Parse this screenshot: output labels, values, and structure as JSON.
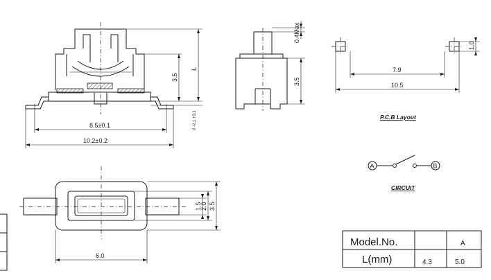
{
  "front_view": {
    "dim_width_inner": "8.5±0.1",
    "dim_width_outer": "10.2±0.2",
    "dim_height": "3.5",
    "dim_L": "L",
    "dim_tolerance": "0 -0.1 +0.1"
  },
  "side_view": {
    "dim_max": "0.4Max",
    "dim_height": "3.5"
  },
  "pcb_layout": {
    "title": "P.C.B Layout",
    "dim_inner": "7.9",
    "dim_outer": "10.5",
    "dim_pad": "1.0"
  },
  "circuit": {
    "title": "CIRCUIT",
    "node_a": "A",
    "node_b": "B"
  },
  "top_view": {
    "dim_width": "6.0",
    "dim_h1": "1.5",
    "dim_h2": "2.0",
    "dim_h3": "3.5"
  },
  "model_table": {
    "header_col1": "Model.No.",
    "header_col2": "",
    "header_col3": "A",
    "row_label": "L(mm)",
    "row_val1": "4.3",
    "row_val2": "5.0"
  }
}
